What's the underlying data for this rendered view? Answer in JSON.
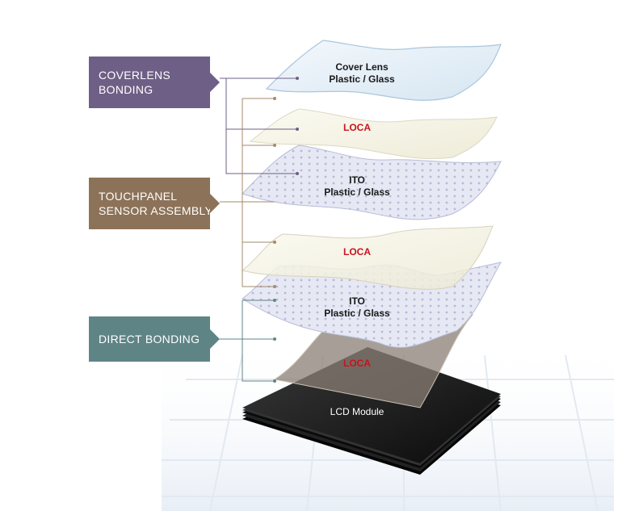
{
  "categories": {
    "coverlens": {
      "line1": "COVERLENS",
      "line2": "BONDING",
      "color": "#6e5f86"
    },
    "touchpanel": {
      "line1": "TOUCHPANEL",
      "line2": "SENSOR ASSEMBLY",
      "color": "#8c7258"
    },
    "direct": {
      "line1": "DIRECT BONDING",
      "color": "#5f8486"
    }
  },
  "layers": {
    "cover_lens": {
      "line1": "Cover Lens",
      "line2": "Plastic / Glass"
    },
    "loca_1": {
      "line1": "LOCA"
    },
    "ito_1": {
      "line1": "ITO",
      "line2": "Plastic / Glass"
    },
    "loca_2": {
      "line1": "LOCA"
    },
    "ito_2": {
      "line1": "ITO",
      "line2": "Plastic / Glass"
    },
    "loca_3": {
      "line1": "LOCA"
    },
    "lcd": {
      "line1": "LCD Module"
    }
  },
  "colors": {
    "loca_text": "#c8141e",
    "connector_coverlens": "#6e5f86",
    "connector_touchpanel": "#a58a6a",
    "connector_direct": "#5f8486"
  }
}
